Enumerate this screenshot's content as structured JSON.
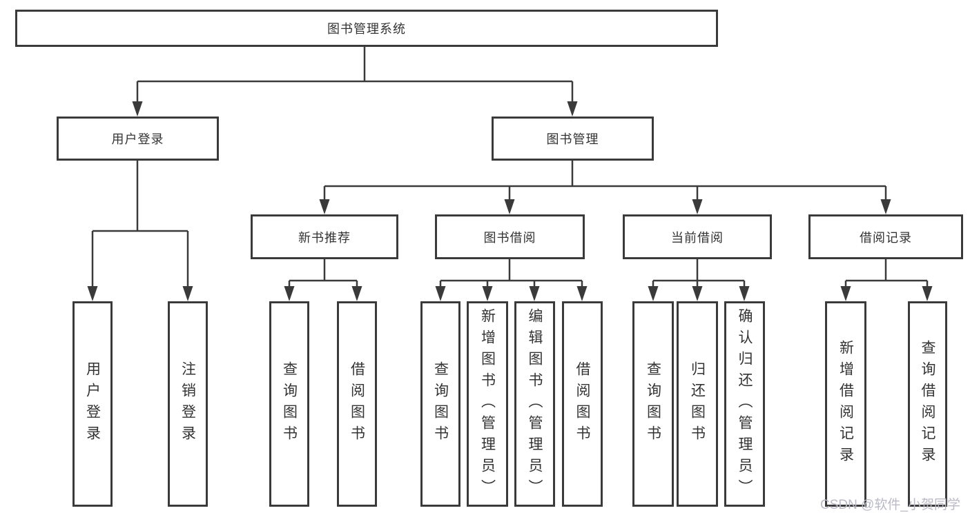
{
  "tree": {
    "label": "图书管理系统",
    "children": [
      {
        "label": "用户登录",
        "children": [
          {
            "label": "用户登录"
          },
          {
            "label": "注销登录"
          }
        ]
      },
      {
        "label": "图书管理",
        "children": [
          {
            "label": "新书推荐",
            "children": [
              {
                "label": "查询图书"
              },
              {
                "label": "借阅图书"
              }
            ]
          },
          {
            "label": "图书借阅",
            "children": [
              {
                "label": "查询图书"
              },
              {
                "label": "新增图书（管理员）"
              },
              {
                "label": "编辑图书（管理员）"
              },
              {
                "label": "借阅图书"
              }
            ]
          },
          {
            "label": "当前借阅",
            "children": [
              {
                "label": "查询图书"
              },
              {
                "label": "归还图书"
              },
              {
                "label": "确认归还（管理员）"
              }
            ]
          },
          {
            "label": "借阅记录",
            "children": [
              {
                "label": "新增借阅记录"
              },
              {
                "label": "查询借阅记录"
              }
            ]
          }
        ]
      }
    ]
  },
  "watermark": {
    "text": "CSDN @软件_小贺同学",
    "color": "#b9bac6"
  },
  "colors": {
    "line": "#3a3a3a",
    "box_background": "#ffffff",
    "text": "#333333"
  }
}
